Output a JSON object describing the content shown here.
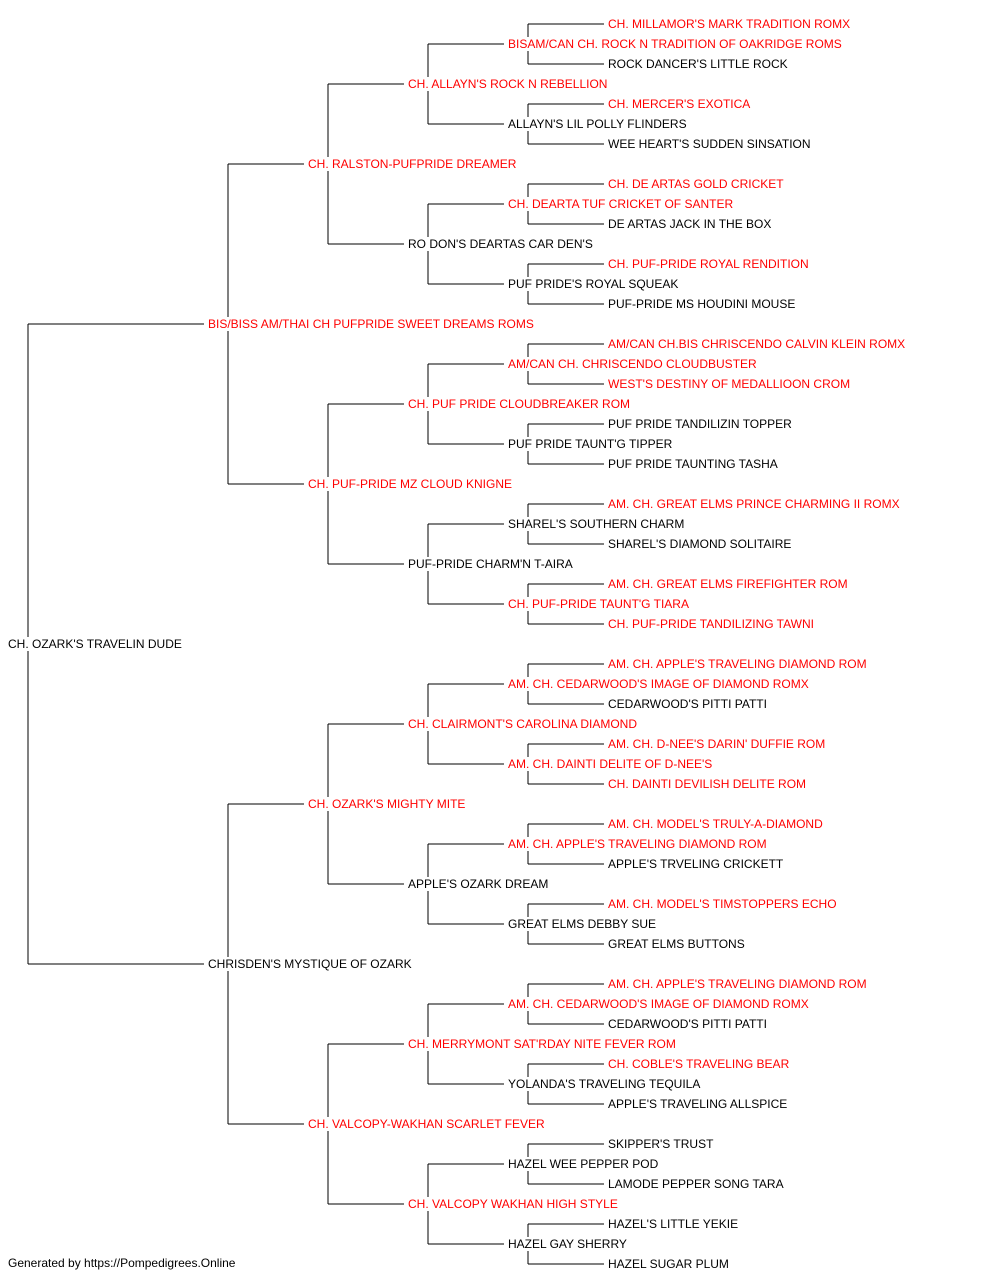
{
  "colors": {
    "champion": "#ff0000",
    "regular": "#000000",
    "line": "#000000"
  },
  "pedigree": {
    "name": "CH. OZARK'S TRAVELIN DUDE",
    "champion": false,
    "sire": {
      "name": "BIS/BISS AM/THAI CH PUFPRIDE SWEET DREAMS ROMS",
      "champion": true,
      "sire": {
        "name": "CH. RALSTON-PUFPRIDE DREAMER",
        "champion": true,
        "sire": {
          "name": "CH. ALLAYN'S ROCK N REBELLION",
          "champion": true,
          "sire": {
            "name": "BISAM/CAN CH. ROCK N TRADITION OF OAKRIDGE ROMS",
            "champion": true,
            "sire": {
              "name": "CH. MILLAMOR'S MARK TRADITION ROMX",
              "champion": true
            },
            "dam": {
              "name": "ROCK DANCER'S LITTLE ROCK",
              "champion": false
            }
          },
          "dam": {
            "name": "ALLAYN'S LIL POLLY FLINDERS",
            "champion": false,
            "sire": {
              "name": "CH. MERCER'S EXOTICA",
              "champion": true
            },
            "dam": {
              "name": "WEE HEART'S SUDDEN SINSATION",
              "champion": false
            }
          }
        },
        "dam": {
          "name": "RO DON'S DEARTAS CAR DEN'S",
          "champion": false,
          "sire": {
            "name": "CH. DEARTA TUF CRICKET OF SANTER",
            "champion": true,
            "sire": {
              "name": "CH. DE ARTAS GOLD CRICKET",
              "champion": true
            },
            "dam": {
              "name": "DE ARTAS JACK IN THE BOX",
              "champion": false
            }
          },
          "dam": {
            "name": "PUF PRIDE'S ROYAL SQUEAK",
            "champion": false,
            "sire": {
              "name": "CH. PUF-PRIDE ROYAL RENDITION",
              "champion": true
            },
            "dam": {
              "name": "PUF-PRIDE MS HOUDINI MOUSE",
              "champion": false
            }
          }
        }
      },
      "dam": {
        "name": "CH. PUF-PRIDE MZ CLOUD KNIGNE",
        "champion": true,
        "sire": {
          "name": "CH. PUF PRIDE CLOUDBREAKER ROM",
          "champion": true,
          "sire": {
            "name": "AM/CAN CH. CHRISCENDO CLOUDBUSTER",
            "champion": true,
            "sire": {
              "name": "AM/CAN CH.BIS CHRISCENDO CALVIN KLEIN ROMX",
              "champion": true
            },
            "dam": {
              "name": "WEST'S DESTINY OF MEDALLIOON CROM",
              "champion": true
            }
          },
          "dam": {
            "name": "PUF PRIDE TAUNT'G TIPPER",
            "champion": false,
            "sire": {
              "name": "PUF PRIDE TANDILIZIN TOPPER",
              "champion": false
            },
            "dam": {
              "name": "PUF PRIDE TAUNTING TASHA",
              "champion": false
            }
          }
        },
        "dam": {
          "name": "PUF-PRIDE CHARM'N T-AIRA",
          "champion": false,
          "sire": {
            "name": "SHAREL'S SOUTHERN CHARM",
            "champion": false,
            "sire": {
              "name": "AM. CH. GREAT ELMS PRINCE CHARMING II ROMX",
              "champion": true
            },
            "dam": {
              "name": "SHAREL'S DIAMOND SOLITAIRE",
              "champion": false
            }
          },
          "dam": {
            "name": "CH. PUF-PRIDE TAUNT'G TIARA",
            "champion": true,
            "sire": {
              "name": "AM. CH. GREAT ELMS FIREFIGHTER ROM",
              "champion": true
            },
            "dam": {
              "name": "CH. PUF-PRIDE TANDILIZING TAWNI",
              "champion": true
            }
          }
        }
      }
    },
    "dam": {
      "name": "CHRISDEN'S MYSTIQUE OF OZARK",
      "champion": false,
      "sire": {
        "name": "CH. OZARK'S MIGHTY MITE",
        "champion": true,
        "sire": {
          "name": "CH. CLAIRMONT'S CAROLINA DIAMOND",
          "champion": true,
          "sire": {
            "name": "AM. CH. CEDARWOOD'S IMAGE OF DIAMOND ROMX",
            "champion": true,
            "sire": {
              "name": "AM. CH. APPLE'S TRAVELING DIAMOND ROM",
              "champion": true
            },
            "dam": {
              "name": "CEDARWOOD'S PITTI PATTI",
              "champion": false
            }
          },
          "dam": {
            "name": "AM. CH. DAINTI DELITE OF D-NEE'S",
            "champion": true,
            "sire": {
              "name": "AM. CH. D-NEE'S DARIN' DUFFIE ROM",
              "champion": true
            },
            "dam": {
              "name": "CH. DAINTI DEVILISH DELITE ROM",
              "champion": true
            }
          }
        },
        "dam": {
          "name": "APPLE'S OZARK DREAM",
          "champion": false,
          "sire": {
            "name": "AM. CH. APPLE'S TRAVELING DIAMOND ROM",
            "champion": true,
            "sire": {
              "name": "AM. CH. MODEL'S TRULY-A-DIAMOND",
              "champion": true
            },
            "dam": {
              "name": "APPLE'S TRVELING CRICKETT",
              "champion": false
            }
          },
          "dam": {
            "name": "GREAT ELMS DEBBY SUE",
            "champion": false,
            "sire": {
              "name": "AM. CH. MODEL'S TIMSTOPPERS ECHO",
              "champion": true
            },
            "dam": {
              "name": "GREAT ELMS BUTTONS",
              "champion": false
            }
          }
        }
      },
      "dam": {
        "name": "CH. VALCOPY-WAKHAN SCARLET FEVER",
        "champion": true,
        "sire": {
          "name": "CH. MERRYMONT SAT'RDAY NITE FEVER ROM",
          "champion": true,
          "sire": {
            "name": "AM. CH. CEDARWOOD'S IMAGE OF DIAMOND ROMX",
            "champion": true,
            "sire": {
              "name": "AM. CH. APPLE'S TRAVELING DIAMOND ROM",
              "champion": true
            },
            "dam": {
              "name": "CEDARWOOD'S PITTI PATTI",
              "champion": false
            }
          },
          "dam": {
            "name": "YOLANDA'S TRAVELING TEQUILA",
            "champion": false,
            "sire": {
              "name": "CH. COBLE'S TRAVELING BEAR",
              "champion": true
            },
            "dam": {
              "name": "APPLE'S TRAVELING ALLSPICE",
              "champion": false
            }
          }
        },
        "dam": {
          "name": "CH. VALCOPY WAKHAN HIGH STYLE",
          "champion": true,
          "sire": {
            "name": "HAZEL WEE PEPPER POD",
            "champion": false,
            "sire": {
              "name": "SKIPPER'S TRUST",
              "champion": false
            },
            "dam": {
              "name": "LAMODE PEPPER SONG TARA",
              "champion": false
            }
          },
          "dam": {
            "name": "HAZEL GAY SHERRY",
            "champion": false,
            "sire": {
              "name": "HAZEL'S LITTLE YEKIE",
              "champion": false
            },
            "dam": {
              "name": "HAZEL SUGAR PLUM",
              "champion": false
            }
          }
        }
      }
    }
  },
  "footer": {
    "text": "Generated by https://Pompedigrees.Online"
  }
}
